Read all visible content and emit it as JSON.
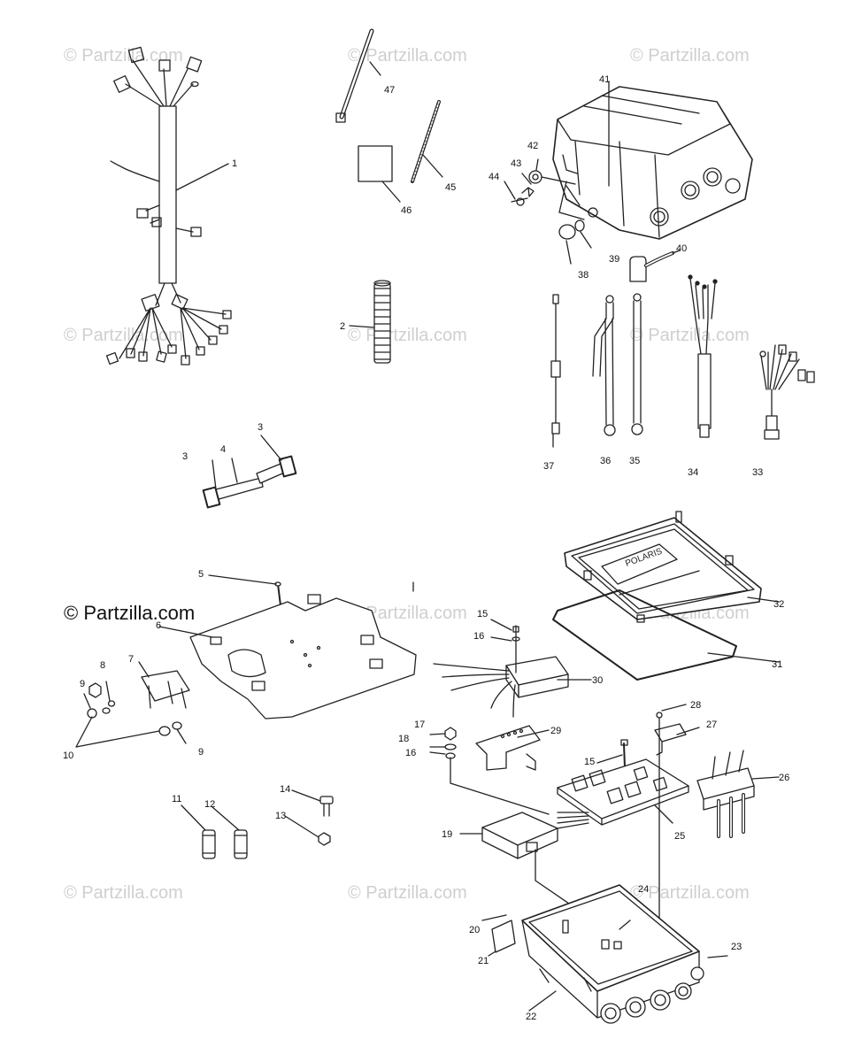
{
  "watermark_text": "© Partzilla.com",
  "brand_text": "© Partzilla.com",
  "callouts": [
    "1",
    "2",
    "3",
    "3",
    "4",
    "5",
    "6",
    "7",
    "8",
    "9",
    "9",
    "10",
    "11",
    "12",
    "13",
    "14",
    "15",
    "15",
    "16",
    "16",
    "17",
    "18",
    "19",
    "20",
    "21",
    "22",
    "23",
    "24",
    "25",
    "26",
    "27",
    "28",
    "29",
    "30",
    "31",
    "32",
    "33",
    "34",
    "35",
    "36",
    "37",
    "38",
    "39",
    "40",
    "41",
    "42",
    "43",
    "44",
    "45",
    "46",
    "47"
  ],
  "box_logo_text": "POLARIS"
}
